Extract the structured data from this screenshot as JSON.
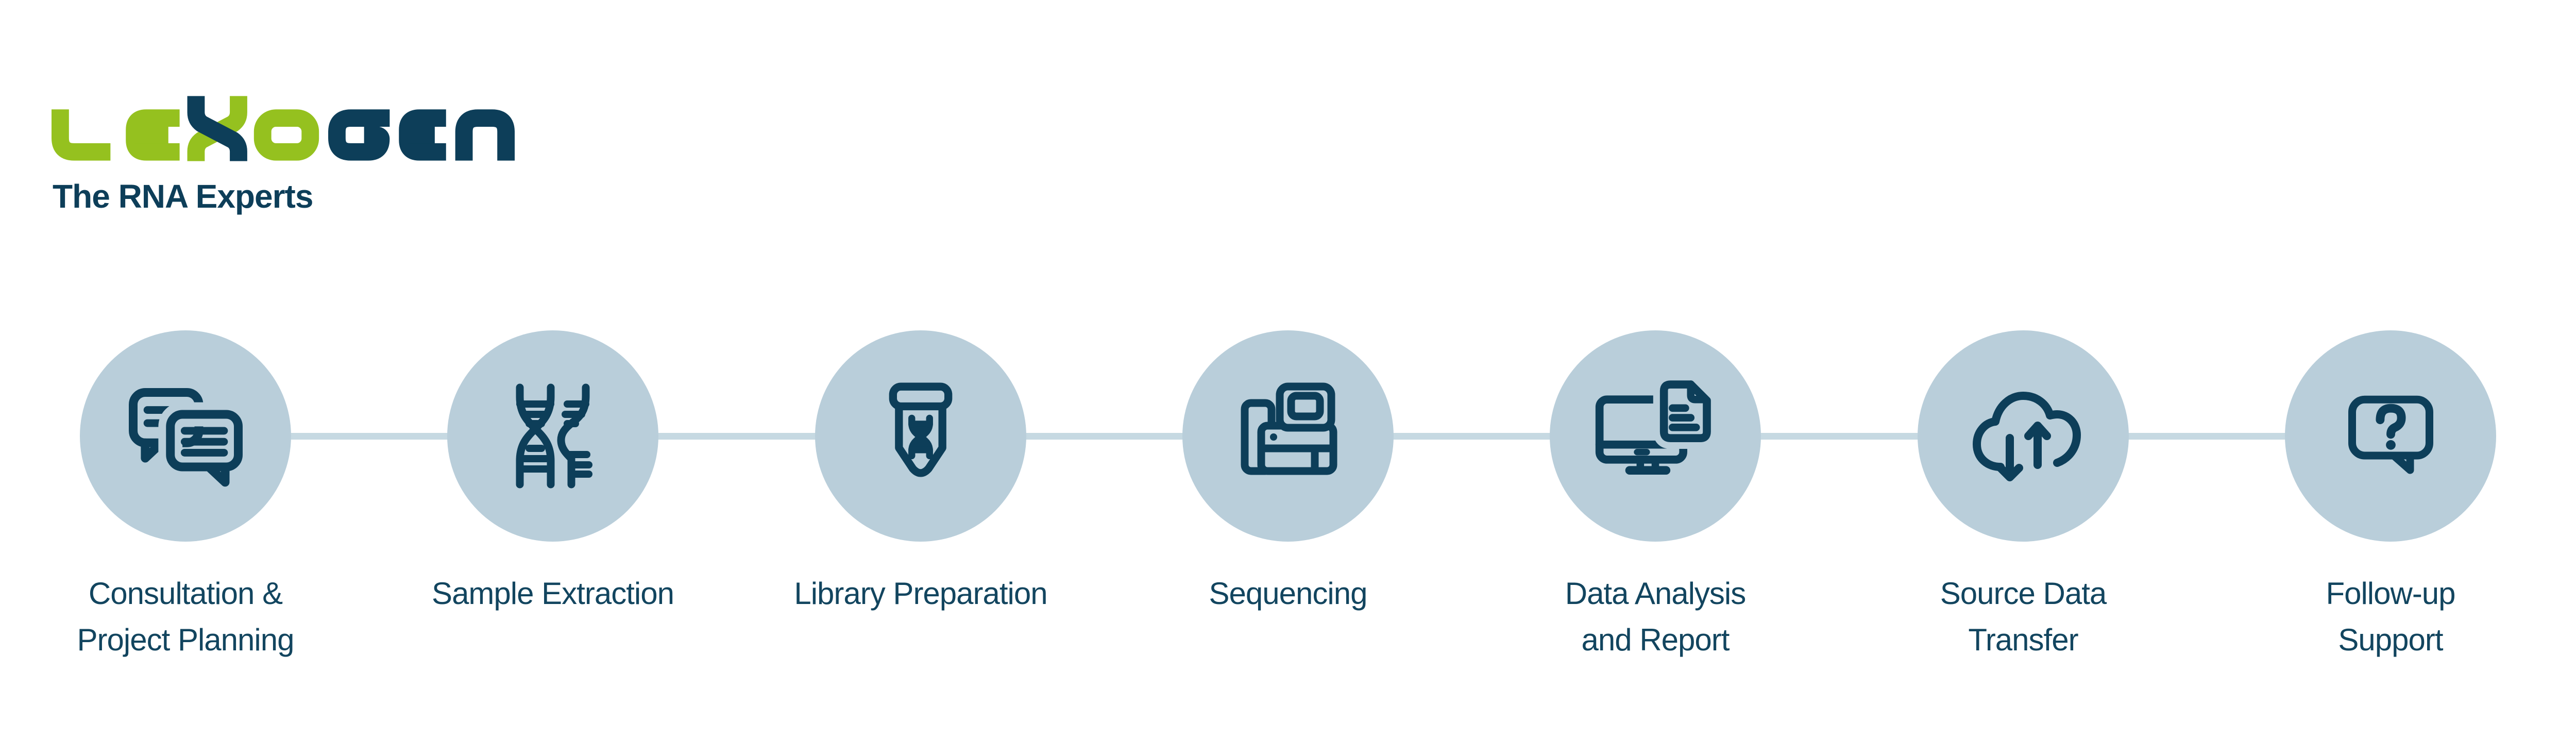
{
  "brand": {
    "logo_text": "LEXOGEN",
    "tagline": "The RNA Experts",
    "logo_green": "#95c11f",
    "logo_navy": "#0d3e59"
  },
  "colors": {
    "icon_navy": "#0d3e59",
    "circle_fill": "#b9ceda",
    "connector_line": "#c6d9e2",
    "label_text": "#12455f",
    "background": "#ffffff"
  },
  "workflow": {
    "steps": [
      {
        "icon": "chat-bubbles-icon",
        "label_lines": [
          "Consultation &",
          "Project Planning"
        ]
      },
      {
        "icon": "dna-helix-icon",
        "label_lines": [
          "Sample Extraction"
        ]
      },
      {
        "icon": "sample-tube-icon",
        "label_lines": [
          "Library Preparation"
        ]
      },
      {
        "icon": "sequencer-machine-icon",
        "label_lines": [
          "Sequencing"
        ]
      },
      {
        "icon": "monitor-document-icon",
        "label_lines": [
          "Data Analysis",
          "and Report"
        ]
      },
      {
        "icon": "cloud-transfer-icon",
        "label_lines": [
          "Source Data",
          "Transfer"
        ]
      },
      {
        "icon": "question-bubble-icon",
        "label_lines": [
          "Follow-up",
          "Support"
        ]
      }
    ]
  }
}
